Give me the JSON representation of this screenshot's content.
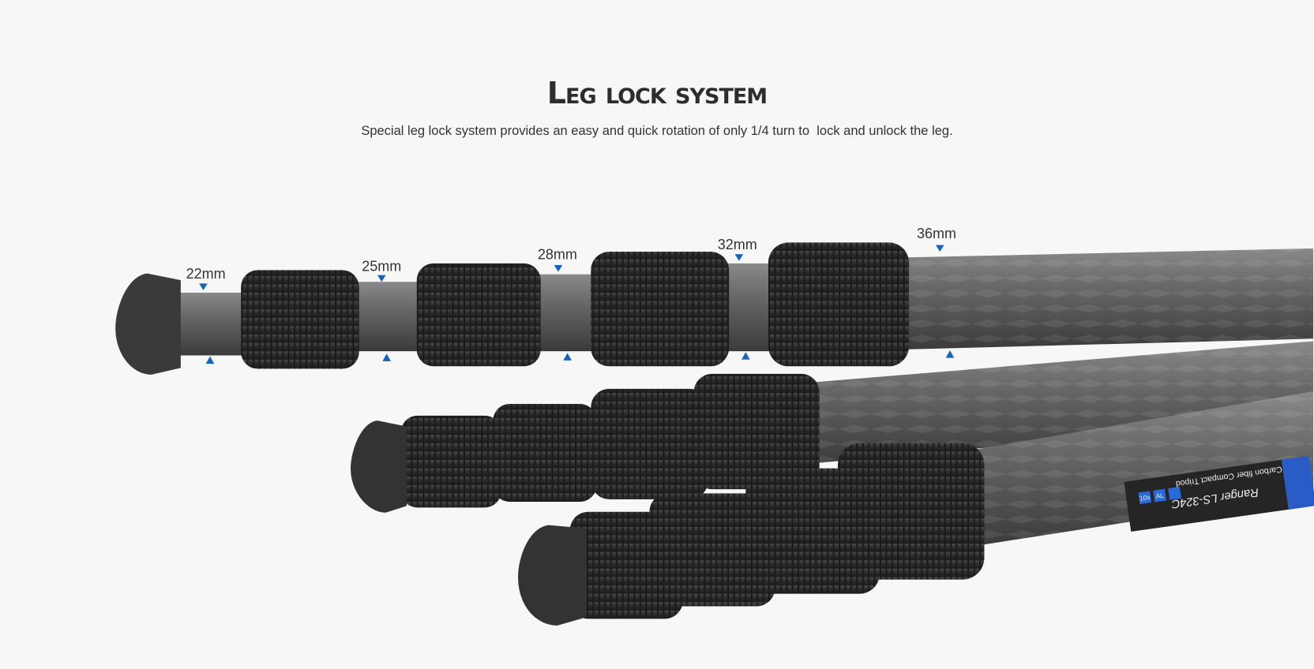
{
  "header": {
    "title": "Leg lock system",
    "subtitle": "Special leg lock system provides an easy and quick rotation of only 1/4 turn to  lock and unlock the leg."
  },
  "dimensions": [
    "22mm",
    "25mm",
    "28mm",
    "32mm",
    "36mm"
  ],
  "product_label": {
    "line1": "Carbon fiber Compact Tripod",
    "line2": "Ranger  LS-324C",
    "badges": [
      "AL",
      "10x"
    ]
  },
  "colors": {
    "background": "#f7f7f7",
    "arrow": "#1565c0",
    "tube": "#5c5c5c",
    "collar": "#2c2c2c",
    "label_band": "#2a5cc8"
  }
}
